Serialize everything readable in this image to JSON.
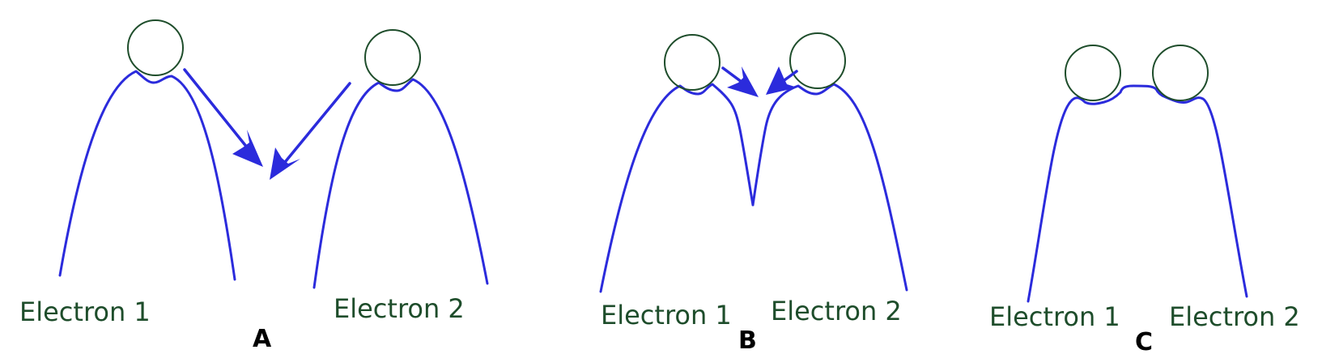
{
  "panels": [
    {
      "letter": "A",
      "electrons": [
        {
          "label": "Electron 1"
        },
        {
          "label": "Electron 2"
        }
      ]
    },
    {
      "letter": "B",
      "electrons": [
        {
          "label": "Electron 1"
        },
        {
          "label": "Electron 2"
        }
      ]
    },
    {
      "letter": "C",
      "electrons": [
        {
          "label": "Electron 1"
        },
        {
          "label": "Electron 2"
        }
      ]
    }
  ],
  "colors": {
    "wave": "#2b2bdc",
    "nucleus": "#1e4d2b",
    "label": "#1e4d2b",
    "letter": "#000000"
  }
}
